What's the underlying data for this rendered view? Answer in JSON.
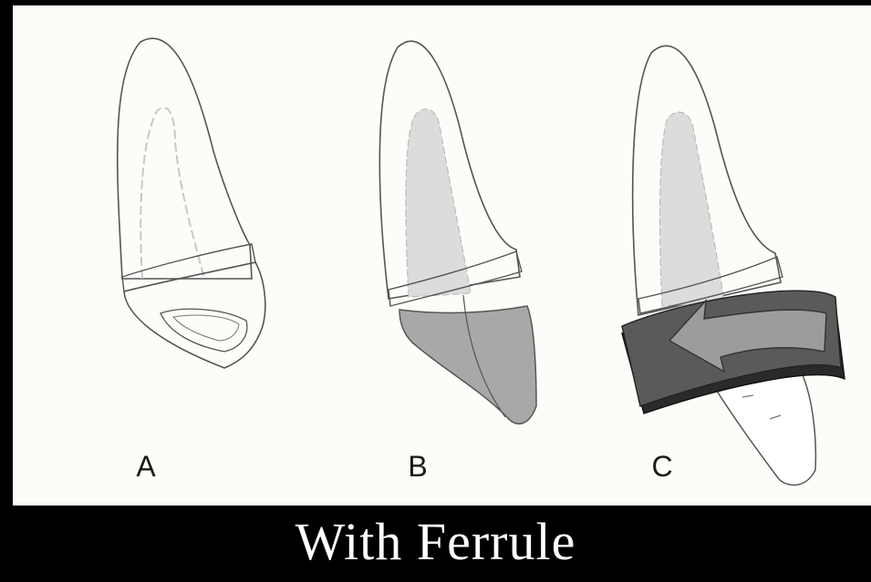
{
  "figure": {
    "labels": {
      "a": "A",
      "b": "B",
      "c": "C"
    },
    "caption": "With Ferrule",
    "colors": {
      "panel": "#fdfcf8",
      "outline": "#555555",
      "canal": "#c8c8c8",
      "core_fill": "#a8a8a8",
      "ferrule_band": "#5a5a5a",
      "ferrule_dark": "#2a2a2a",
      "caption_bar": "#000000",
      "caption_text": "#ffffff"
    }
  }
}
